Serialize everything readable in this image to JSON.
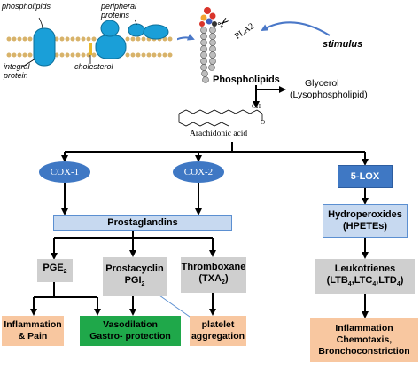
{
  "membrane": {
    "phospholipids": "phospholipids",
    "peripheral": "peripheral",
    "proteins": "proteins",
    "integral": "integral",
    "protein": "protein",
    "cholesterol": "cholesterol"
  },
  "enzyme_top": {
    "pla2": "PLA2",
    "stimulus": "stimulus"
  },
  "phospholipids_label": "Phospholipids",
  "glycerol": {
    "line1": "Glycerol",
    "line2": "(Lysophospholipid)"
  },
  "arachidonic": {
    "label": "Arachidonic acid",
    "oh": "OH",
    "o": "O"
  },
  "cox1": "COX-1",
  "cox2": "COX-2",
  "lox": "5-LOX",
  "prostaglandins": "Prostaglandins",
  "hydroperoxides": {
    "line1": "Hydroperoxides",
    "line2": "(HPETEs)"
  },
  "pge": {
    "main": "PGE",
    "sub": "2"
  },
  "prostacyclin": {
    "line1": "Prostacyclin",
    "main": "PGI",
    "sub": "2"
  },
  "thromboxane": {
    "line1": "Thromboxane",
    "main": "(TXA",
    "sub": "2",
    "close": ")"
  },
  "leukotrienes": {
    "line1": "Leukotrienes",
    "a": "(LTB",
    "a_sub": "4",
    "b": ",LTC",
    "b_sub": "4",
    "c": ",LTD",
    "c_sub": "4",
    "close": ")"
  },
  "outcomes": {
    "inflammation_pain": {
      "line1": "Inflammation",
      "line2": "& Pain"
    },
    "vasodilation": {
      "line1": "Vasodilation",
      "line2": "Gastro- protection"
    },
    "platelet": {
      "line1": "platelet",
      "line2": "aggregation"
    },
    "inflammation_chemo": {
      "line1": "Inflammation",
      "line2": "Chemotaxis,",
      "line3": "Bronchoconstriction"
    }
  },
  "colors": {
    "ellipse": "#3f78c4",
    "bluebox": "#c7d9f0",
    "greybox": "#cfcfcf",
    "orange": "#f8c7a0",
    "green": "#1fa84a",
    "membrane": "#1a9fd8",
    "stimulus_arrow": "#4a78c8"
  },
  "icons": [
    "cell-membrane-illustration",
    "phospholipid-molecule-illustration",
    "scissors-icon",
    "arachidonic-acid-structure"
  ]
}
